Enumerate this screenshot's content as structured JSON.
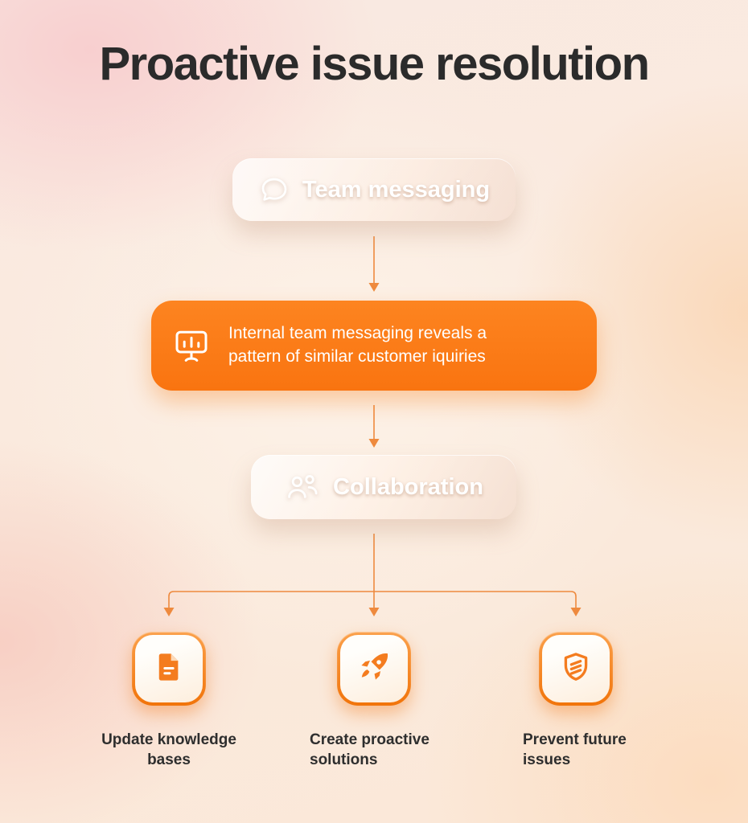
{
  "page": {
    "title": "Proactive issue resolution"
  },
  "flow": {
    "step1": {
      "label": "Team messaging",
      "icon": "chat-bubble-icon"
    },
    "step2": {
      "text": "Internal team messaging reveals a pattern of similar customer iquiries",
      "icon": "presentation-chart-icon"
    },
    "step3": {
      "label": "Collaboration",
      "icon": "people-icon"
    },
    "outcomes": [
      {
        "label": "Update knowledge bases",
        "icon": "document-icon"
      },
      {
        "label": "Create proactive solutions",
        "icon": "rocket-icon"
      },
      {
        "label": "Prevent future issues",
        "icon": "shield-icon"
      }
    ]
  },
  "colors": {
    "accent_orange": "#F97410",
    "arrow_orange": "#EE8A3E",
    "title_text": "#2B2B2B",
    "label_text": "#2E2E2E"
  }
}
